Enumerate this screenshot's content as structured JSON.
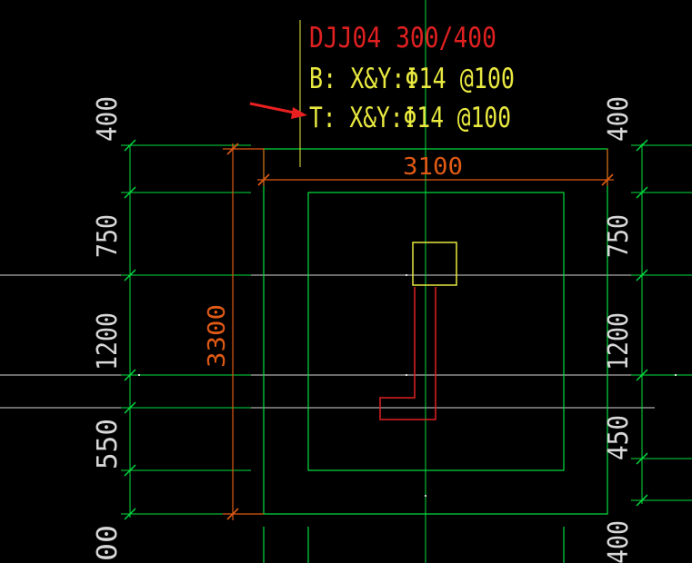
{
  "colors": {
    "background": "#000000",
    "green": "#00e040",
    "white": "#d8d8d8",
    "red": "#e02020",
    "orange": "#e05a14",
    "yellow": "#e8e840",
    "ticks": "#d8d8d8"
  },
  "annotation": {
    "label": "DJJ04 300/400",
    "bottom_rebar": "B: X&Y:Φ14 @100",
    "top_rebar": "T: X&Y:Φ14 @100"
  },
  "dimensions": {
    "width": "3100",
    "height": "3300",
    "left": [
      "400",
      "750",
      "1200",
      "550",
      "00"
    ],
    "right": [
      "400",
      "750",
      "1200",
      "450",
      "400"
    ]
  },
  "icons": {
    "arrow": "red-arrow-icon"
  }
}
